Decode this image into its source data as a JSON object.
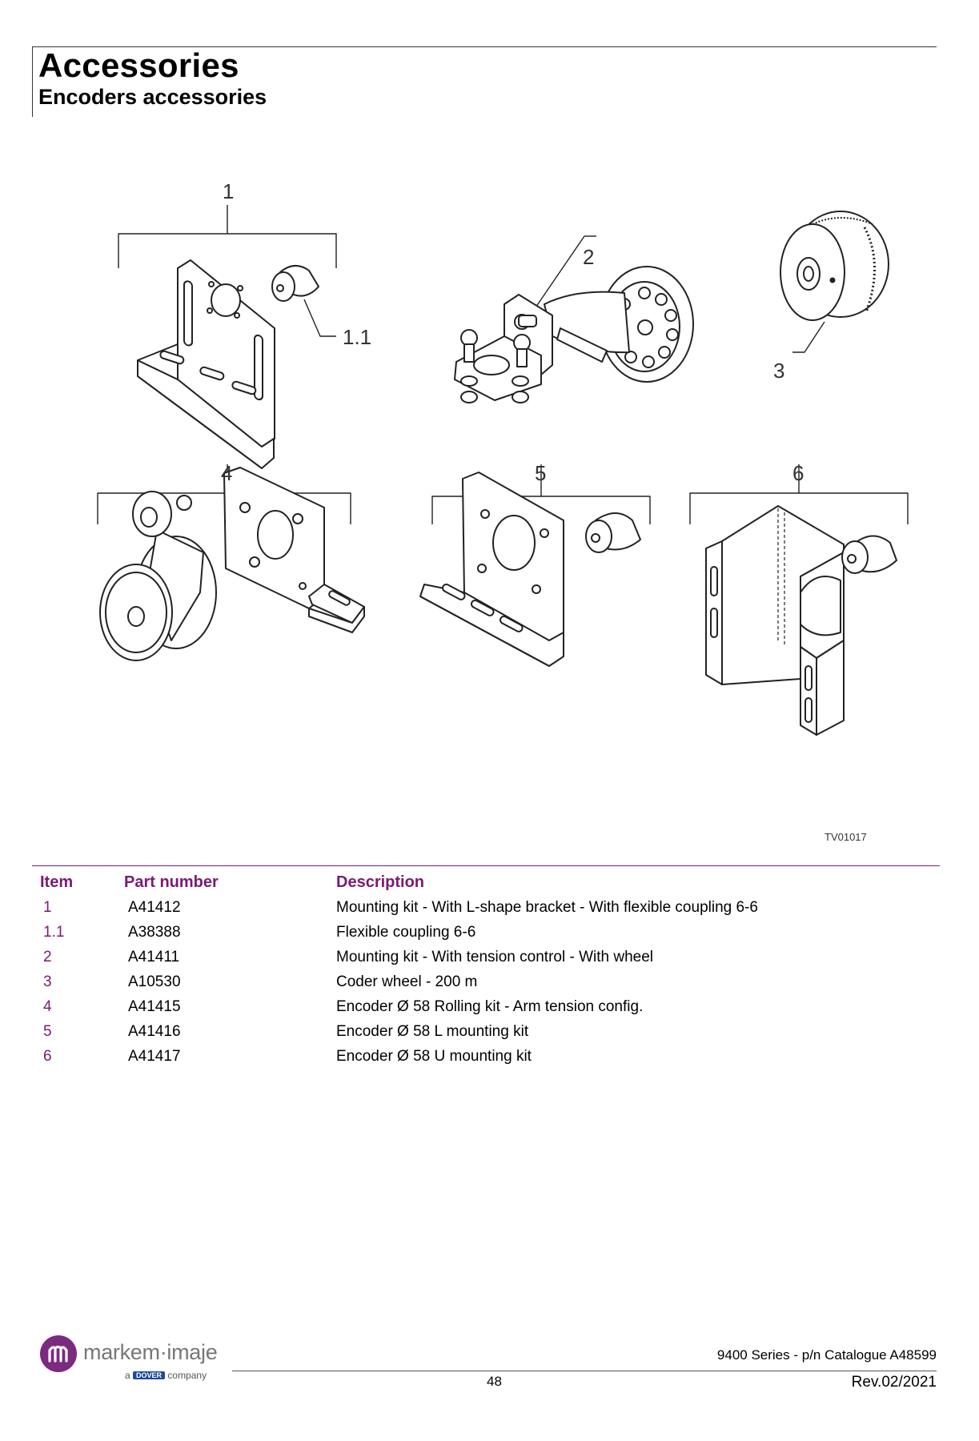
{
  "header": {
    "title": "Accessories",
    "subtitle": "Encoders accessories"
  },
  "figure": {
    "callouts": [
      "1",
      "1.1",
      "2",
      "3",
      "4",
      "5",
      "6"
    ],
    "reference": "TV01017"
  },
  "table": {
    "headers": {
      "item": "Item",
      "part": "Part number",
      "desc": "Description"
    },
    "rows": [
      {
        "item": "1",
        "part": "A41412",
        "desc": "Mounting kit - With L-shape bracket - With flexible coupling 6-6"
      },
      {
        "item": "1.1",
        "part": "A38388",
        "desc": "Flexible coupling 6-6"
      },
      {
        "item": "2",
        "part": "A41411",
        "desc": "Mounting kit - With tension control - With wheel"
      },
      {
        "item": "3",
        "part": "A10530",
        "desc": "Coder wheel - 200 m"
      },
      {
        "item": "4",
        "part": "A41415",
        "desc": "Encoder Ø 58 Rolling kit - Arm tension config."
      },
      {
        "item": "5",
        "part": "A41416",
        "desc": "Encoder Ø 58 L mounting kit"
      },
      {
        "item": "6",
        "part": "A41417",
        "desc": "Encoder Ø 58 U mounting kit"
      }
    ]
  },
  "footer": {
    "logo_name": "markem·imaje",
    "logo_prefix": "a",
    "logo_brand": "DOVER",
    "logo_suffix": "company",
    "series": "9400 Series - p/n Catalogue A48599",
    "page": "48",
    "revision": "Rev.02/2021"
  },
  "colors": {
    "accent": "#7a1a73",
    "logo": "#7b2a7f",
    "dover": "#1d4a9c"
  },
  "icons": [
    "markem-imaje-logo-icon"
  ]
}
